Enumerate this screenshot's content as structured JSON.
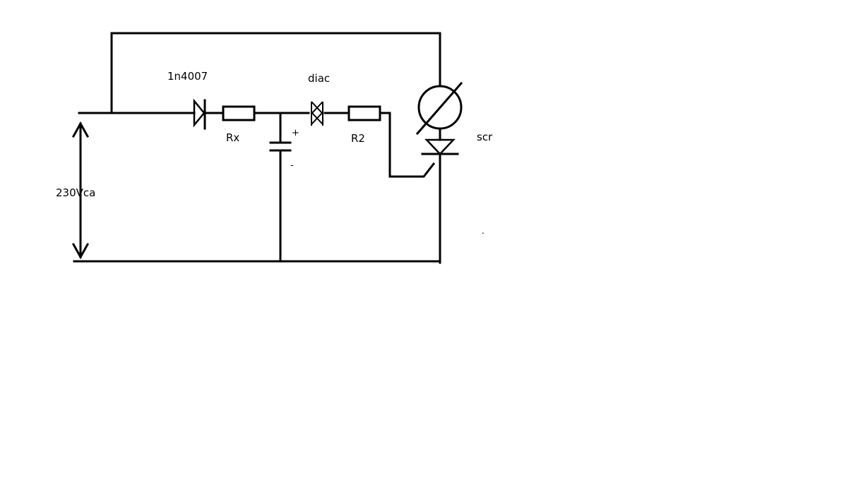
{
  "diagram": {
    "labels": {
      "diode": "1n4007",
      "resistor_x": "Rx",
      "diac": "diac",
      "resistor_2": "R2",
      "scr": "scr",
      "voltage": "230Vca",
      "cap_plus": "+",
      "cap_minus": "-",
      "dot": "."
    },
    "colors": {
      "ink": "#000000",
      "background": "#ffffff"
    }
  }
}
